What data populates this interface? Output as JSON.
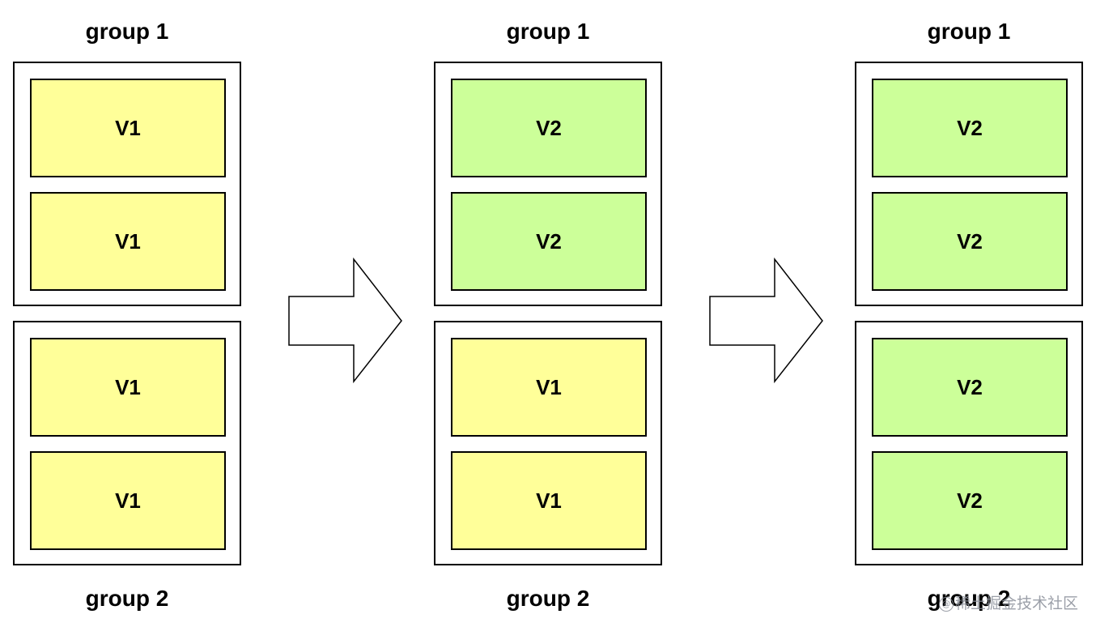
{
  "stages": [
    {
      "top_label": "group 1",
      "bottom_label": "group 2",
      "groups": [
        {
          "instances": [
            {
              "label": "V1",
              "color": "#ffff99"
            },
            {
              "label": "V1",
              "color": "#ffff99"
            }
          ]
        },
        {
          "instances": [
            {
              "label": "V1",
              "color": "#ffff99"
            },
            {
              "label": "V1",
              "color": "#ffff99"
            }
          ]
        }
      ]
    },
    {
      "top_label": "group 1",
      "bottom_label": "group 2",
      "groups": [
        {
          "instances": [
            {
              "label": "V2",
              "color": "#ccff99"
            },
            {
              "label": "V2",
              "color": "#ccff99"
            }
          ]
        },
        {
          "instances": [
            {
              "label": "V1",
              "color": "#ffff99"
            },
            {
              "label": "V1",
              "color": "#ffff99"
            }
          ]
        }
      ]
    },
    {
      "top_label": "group 1",
      "bottom_label": "group 2",
      "groups": [
        {
          "instances": [
            {
              "label": "V2",
              "color": "#ccff99"
            },
            {
              "label": "V2",
              "color": "#ccff99"
            }
          ]
        },
        {
          "instances": [
            {
              "label": "V2",
              "color": "#ccff99"
            },
            {
              "label": "V2",
              "color": "#ccff99"
            }
          ]
        }
      ]
    }
  ],
  "arrows": [
    {
      "icon": "right-arrow-icon"
    },
    {
      "icon": "right-arrow-icon"
    }
  ],
  "watermark": {
    "icon": "at-icon",
    "text": "稀土掘金技术社区"
  }
}
